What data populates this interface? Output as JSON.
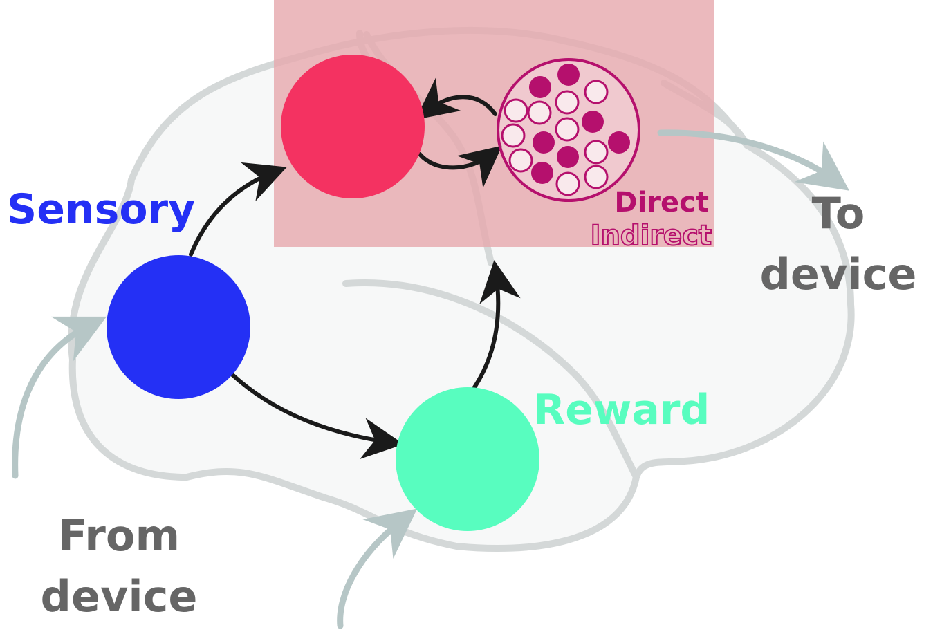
{
  "labels": {
    "sensory": "Sensory",
    "reward": "Reward",
    "direct": "Direct",
    "indirect": "Indirect",
    "to_device_line1": "To",
    "to_device_line2": "device",
    "from_device_line1": "From",
    "from_device_line2": "device"
  },
  "colors": {
    "sensory": "#2430f5",
    "reward": "#58fdbf",
    "cortex_node": "#f43261",
    "striatum": "#b5106d",
    "highlight_box": "#e7a9ae",
    "brain_outline": "#d4d8d8",
    "brain_fill": "#f7f8f8",
    "io_arrow": "#b6c6c6",
    "connection_arrow": "#1a1a1a",
    "io_text": "#666666"
  },
  "striatum_neurons": [
    {
      "id": "n1",
      "type": "direct"
    },
    {
      "id": "n2",
      "type": "direct"
    },
    {
      "id": "n3",
      "type": "indirect"
    },
    {
      "id": "n4",
      "type": "indirect"
    },
    {
      "id": "n5",
      "type": "indirect"
    },
    {
      "id": "n6",
      "type": "indirect"
    },
    {
      "id": "n7",
      "type": "direct"
    },
    {
      "id": "n8",
      "type": "indirect"
    },
    {
      "id": "n9",
      "type": "indirect"
    },
    {
      "id": "n10",
      "type": "direct"
    },
    {
      "id": "n11",
      "type": "direct"
    },
    {
      "id": "n12",
      "type": "indirect"
    },
    {
      "id": "n13",
      "type": "indirect"
    },
    {
      "id": "n14",
      "type": "direct"
    },
    {
      "id": "n15",
      "type": "indirect"
    },
    {
      "id": "n16",
      "type": "direct"
    },
    {
      "id": "n17",
      "type": "direct"
    },
    {
      "id": "n18",
      "type": "indirect"
    },
    {
      "id": "n19",
      "type": "indirect"
    }
  ]
}
